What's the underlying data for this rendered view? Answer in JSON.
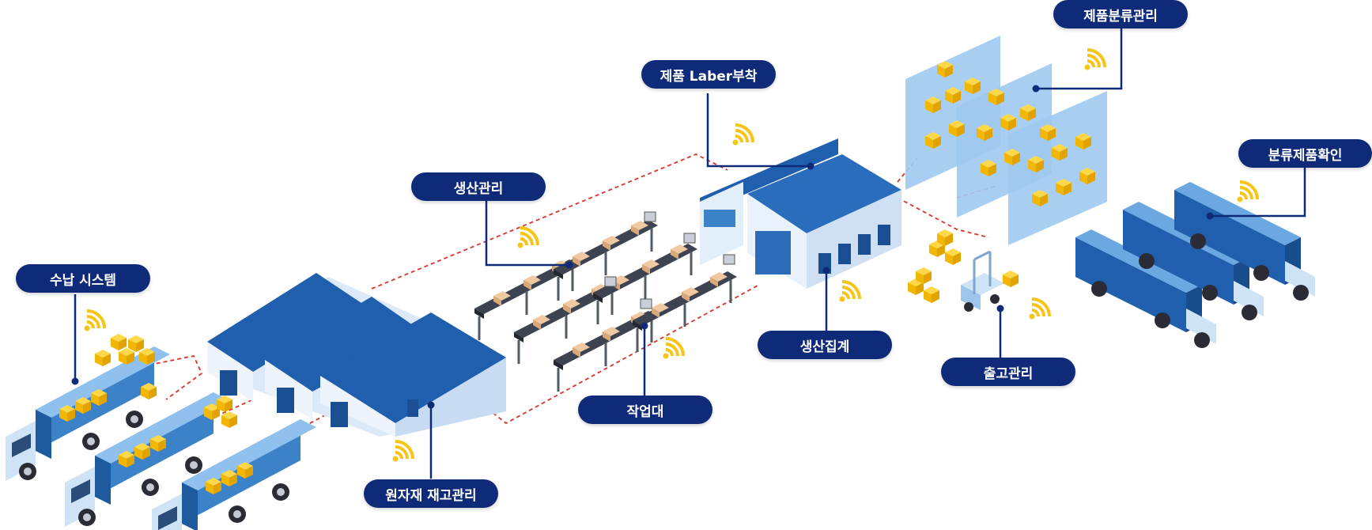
{
  "labels": {
    "intake": "수납 시스템",
    "production": "생산관리",
    "labeling": "제품 Laber부착",
    "sorting": "제품분류관리",
    "verify": "분류제품확인",
    "material": "원자재 재고관리",
    "workbench": "작업대",
    "aggregate": "생산집계",
    "shipping": "출고관리"
  },
  "colors": {
    "label_bg": "#0f2a78",
    "roof": "#1f5fae",
    "wall": "#dce9f8",
    "truck": "#3b82c9",
    "box": "#f5c518",
    "wifi": "#f5c518",
    "connector": "#0f2a78",
    "route": "#d9342b"
  },
  "icons": [
    "wifi-icon",
    "box-icon",
    "truck-icon",
    "warehouse-icon",
    "conveyor-icon",
    "shelf-icon",
    "forklift-icon"
  ]
}
